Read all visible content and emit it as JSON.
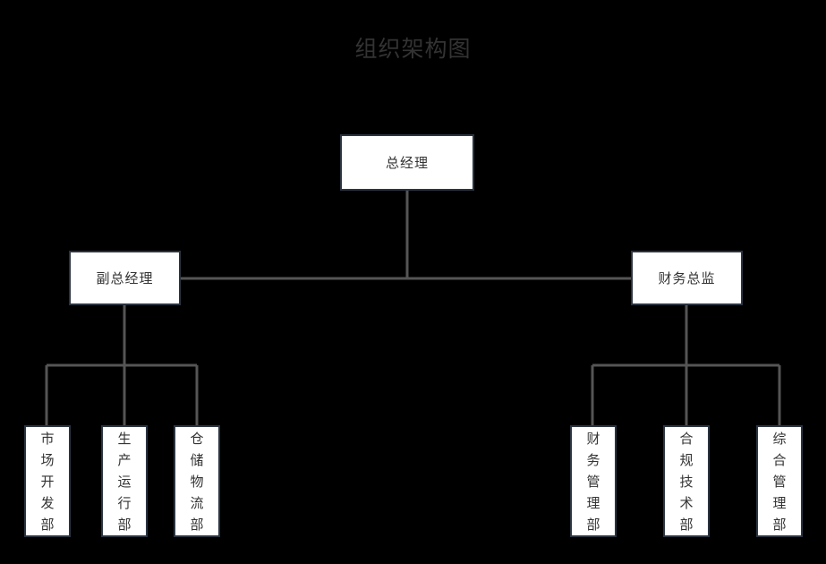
{
  "chart": {
    "title": "组织架构图",
    "background_color": "#000000",
    "node_fill": "#ffffff",
    "node_border_color": "#2b3440",
    "connector_color": "#555555",
    "text_color": "#333333"
  },
  "nodes": {
    "general_manager": {
      "label": "总经理",
      "level": 1
    },
    "deputy_general_manager": {
      "label": "副总经理",
      "level": 2
    },
    "finance_director": {
      "label": "财务总监",
      "level": 2
    },
    "market_development": {
      "label": "市场开发部",
      "level": 3
    },
    "production_operation": {
      "label": "生产运行部",
      "level": 3
    },
    "warehouse_logistics": {
      "label": "仓储物流部",
      "level": 3
    },
    "finance_management": {
      "label": "财务管理部",
      "level": 3
    },
    "compliance_technology": {
      "label": "合规技术部",
      "level": 3
    },
    "general_administration": {
      "label": "综合管理部",
      "level": 3
    }
  }
}
